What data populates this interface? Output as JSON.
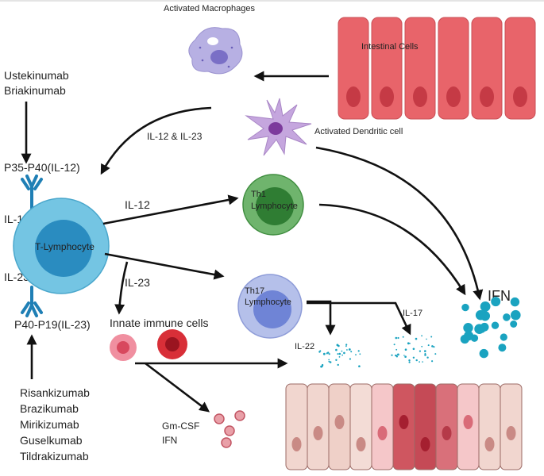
{
  "labels": {
    "activated_macrophages": "Activated Macrophages",
    "intestinal_cells": "Intestinal  Cells",
    "activated_dendritic_cell": "Activated Dendritic cell",
    "il12_il23": "IL-12 & IL-23",
    "drugs_top": [
      "Ustekinumab",
      "Briakinumab"
    ],
    "p35_p40": "P35-P40(IL-12)",
    "il12r": "IL-12R",
    "t_lymphocyte": "T-Lymphocyte",
    "il23r": "IL-23R",
    "p40_p19": "P40-P19(IL-23)",
    "drugs_bottom": [
      "Risankizumab",
      "Brazikumab",
      "Mirikizumab",
      "Guselkumab",
      "Tildrakizumab"
    ],
    "il12": "IL-12",
    "th1_lymphocyte": [
      "Th1",
      "Lymphocyte"
    ],
    "il23": "IL-23",
    "th17_lymphocyte": [
      "Th17",
      "Lymphocyte"
    ],
    "innate_immune_cells": "Innate immune cells",
    "il22": "IL-22",
    "il17": "IL-17",
    "ifn_large": "IFN",
    "gm_csf_ifn": [
      "Gm-CSF",
      "IFN"
    ]
  },
  "colors": {
    "intestinal_cell_fill": "#e8646a",
    "intestinal_nucleus": "#c53a45",
    "macrophage": "#b7b0e3",
    "dendritic": "#c5a6de",
    "t_cell_outer": "#74c5e3",
    "t_cell_inner": "#2a8cc0",
    "th1_outer": "#6fb46d",
    "th1_inner": "#2f7d33",
    "th17_outer": "#b5c0ea",
    "th17_inner": "#6f84d6",
    "cytokine_dots": "#1aa3c0",
    "receptor": "#1f7fb5"
  }
}
